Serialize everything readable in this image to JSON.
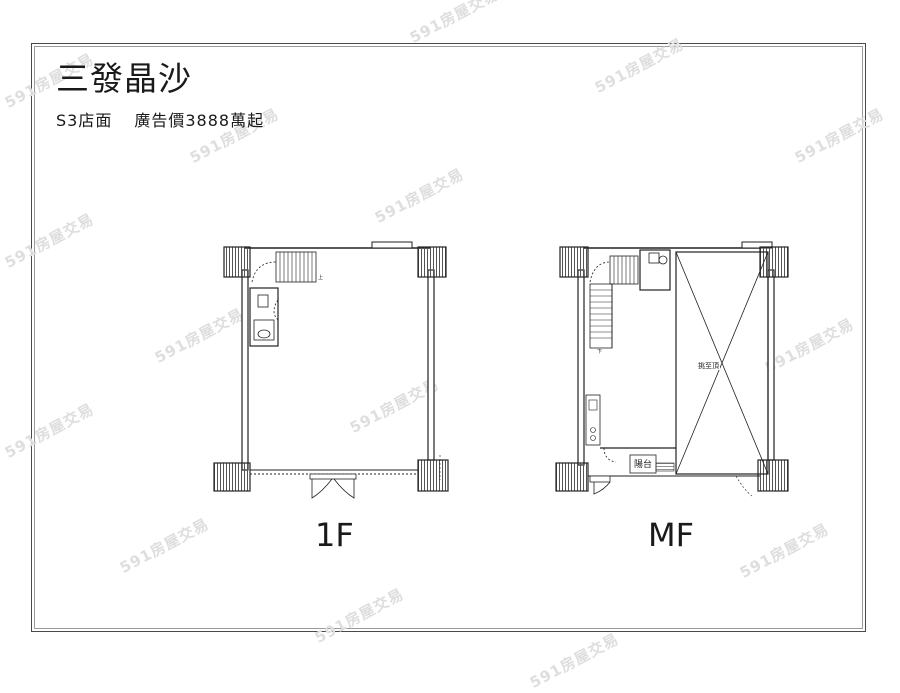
{
  "header": {
    "project_name": "三發晶沙",
    "unit_label": "S3店面",
    "price_text": "廣告價3888萬起"
  },
  "plans": {
    "first_floor": {
      "label": "1F",
      "stair_note": "上"
    },
    "mezzanine": {
      "label": "MF",
      "stair_note": "下",
      "void_note": "挑至頂",
      "balcony_label": "陽台"
    }
  },
  "watermark": {
    "text": "591房屋交易"
  },
  "colors": {
    "line": "#222222",
    "column_hatch": "#555555",
    "frame": "#4a4a4a",
    "watermark": "#dedede"
  }
}
